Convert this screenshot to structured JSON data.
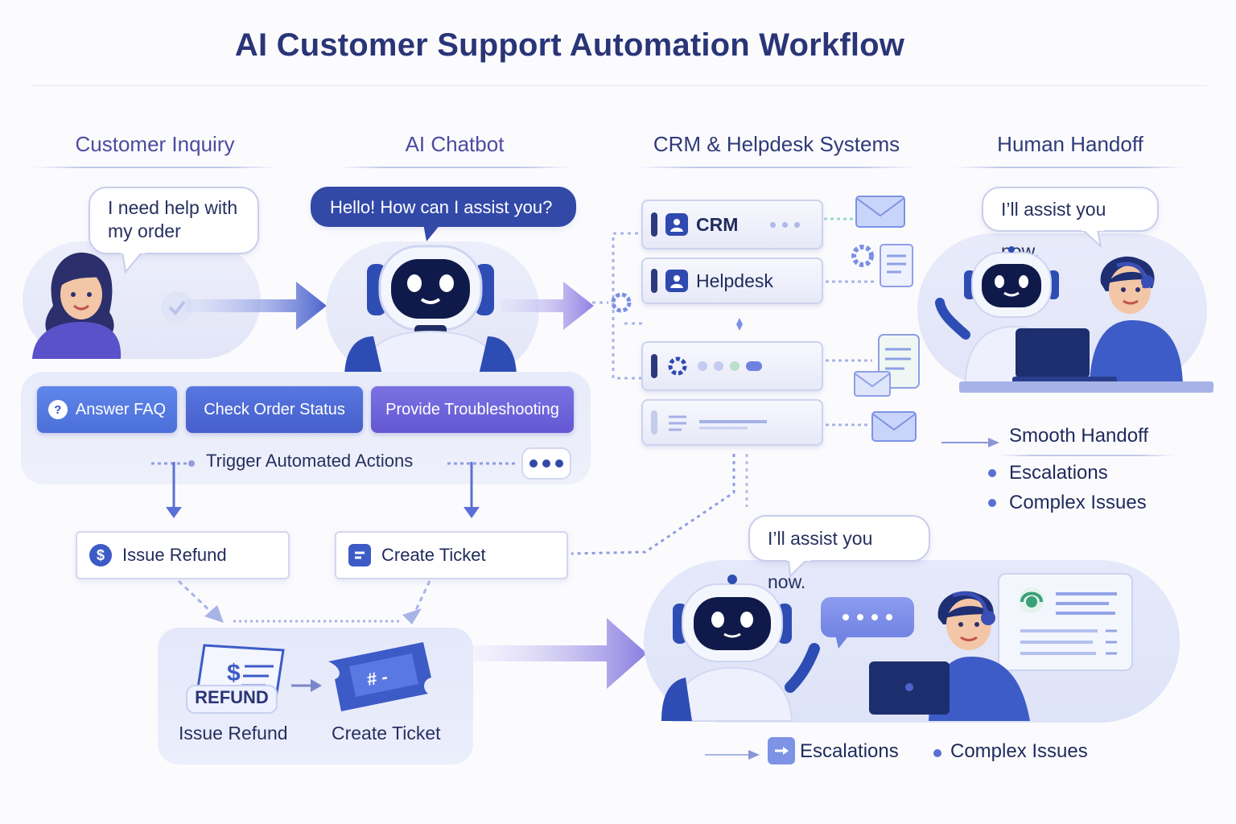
{
  "title": "AI Customer Support Automation Workflow",
  "columns": {
    "customer_inquiry": "Customer Inquiry",
    "ai_chatbot": "AI Chatbot",
    "crm_helpdesk": "CRM & Helpdesk Systems",
    "human_handoff": "Human Handoff"
  },
  "bubbles": {
    "customer": "I need help with my order",
    "bot": "Hello! How can I assist you?",
    "agent_top": "I’ll assist you now.",
    "agent_bottom": "I’ll assist you now."
  },
  "chatbot_actions": {
    "answer_faq": "Answer FAQ",
    "answer_faq_icon": "?",
    "check_order": "Check Order Status",
    "troubleshoot": "Provide Troubleshooting",
    "trigger": "Trigger Automated Actions"
  },
  "systems": {
    "crm": "CRM",
    "helpdesk": "Helpdesk"
  },
  "actions": {
    "issue_refund": "Issue Refund",
    "create_ticket": "Create Ticket",
    "refund_stamp": "REFUND",
    "ticket_mark": "# -",
    "result_refund": "Issue Refund",
    "result_ticket": "Create Ticket"
  },
  "handoff": {
    "smooth": "Smooth Handoff",
    "escalations": "Escalations",
    "complex": "Complex Issues"
  },
  "footer": {
    "escalations": "Escalations",
    "complex": "Complex Issues"
  },
  "colors": {
    "primary": "#3249a8",
    "accent_blue": "#4f7be0",
    "accent_purple": "#7b6fe0",
    "navy": "#2a3577"
  }
}
